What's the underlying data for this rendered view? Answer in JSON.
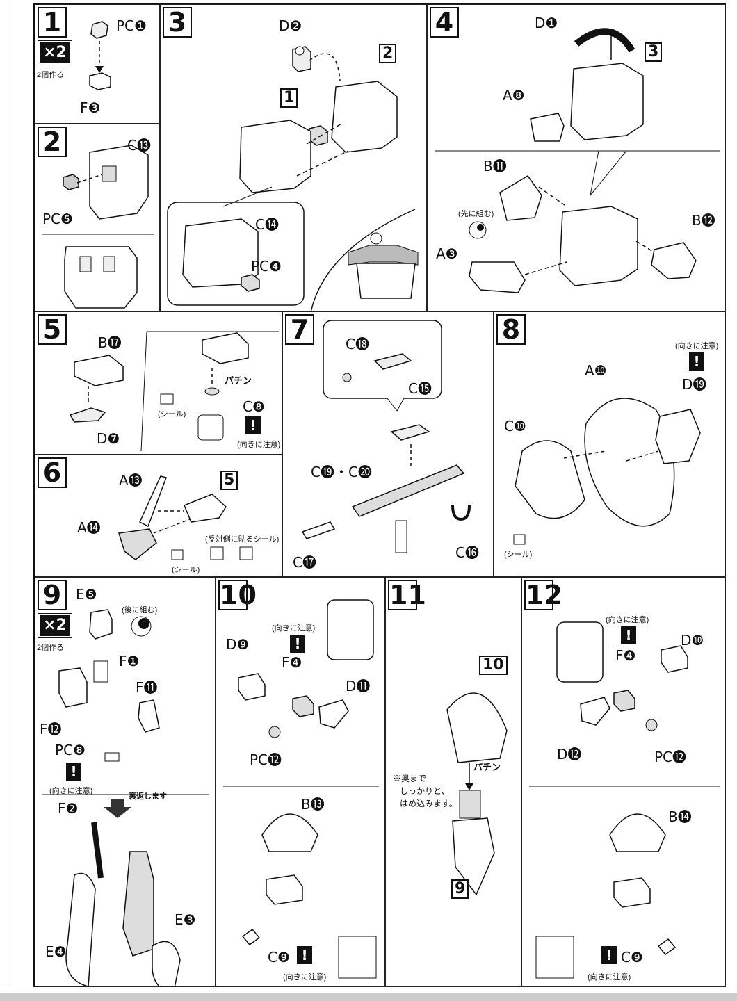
{
  "steps": [
    {
      "n": "1",
      "labels": [
        "PC❶",
        "F❸"
      ],
      "x2": "×2",
      "x2_note": "2個作る"
    },
    {
      "n": "2",
      "labels": [
        "C⓭",
        "PC❺"
      ]
    },
    {
      "n": "3",
      "labels": [
        "D❷",
        "C⓮",
        "PC❹"
      ],
      "refs": [
        "1",
        "2"
      ]
    },
    {
      "n": "4",
      "labels": [
        "D❶",
        "A❽",
        "B⓫",
        "B⓬",
        "A❸"
      ],
      "refs": [
        "3"
      ],
      "note": "(先に組む)"
    },
    {
      "n": "5",
      "labels": [
        "B⓱",
        "D❼",
        "C❽"
      ],
      "sticker": "(シール)",
      "snap": "パチン",
      "caution": "(向きに注意)"
    },
    {
      "n": "6",
      "labels": [
        "A⓭",
        "A⓮"
      ],
      "refs": [
        "5"
      ],
      "sticker": "(シール)",
      "reverse_sticker": "(反対側に貼るシール)"
    },
    {
      "n": "7",
      "labels": [
        "C⓲",
        "C⓯",
        "C⓳・C⓴",
        "C⓱",
        "C⓰"
      ]
    },
    {
      "n": "8",
      "labels": [
        "A❿",
        "D⓳",
        "C❿"
      ],
      "caution": "(向きに注意)",
      "sticker": "(シール)"
    },
    {
      "n": "9",
      "labels": [
        "E❺",
        "F❶",
        "F⓫",
        "F⓬",
        "PC❽",
        "F❷",
        "E❸",
        "E❹"
      ],
      "x2": "×2",
      "x2_note": "2個作る",
      "note": "(後に組む)",
      "caution": "(向きに注意)",
      "flip": "裏返します"
    },
    {
      "n": "10",
      "labels": [
        "D❾",
        "F❹",
        "D⓫",
        "PC⓬",
        "B⓭",
        "C❾"
      ],
      "caution": "(向きに注意)"
    },
    {
      "n": "11",
      "refs": [
        "10",
        "9"
      ],
      "snap": "パチン",
      "instruction": [
        "※奥まで",
        "しっかりと、",
        "はめ込みます。"
      ]
    },
    {
      "n": "12",
      "labels": [
        "F❹",
        "D❿",
        "D⓬",
        "PC⓬",
        "B⓮",
        "C❾"
      ],
      "caution": "(向きに注意)"
    }
  ]
}
